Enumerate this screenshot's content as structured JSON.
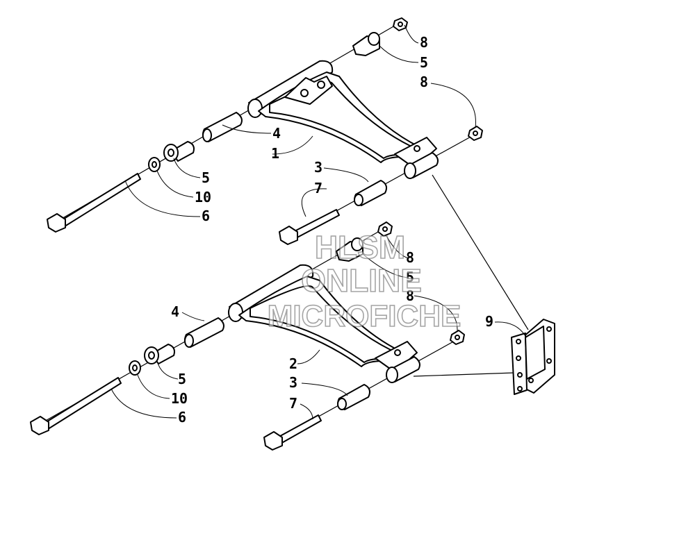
{
  "callouts": {
    "c8a": "8",
    "c5a": "5",
    "c8b": "8",
    "c4a": "4",
    "c1": "1",
    "c5b": "5",
    "c10a": "10",
    "c6a": "6",
    "c3a": "3",
    "c7a": "7",
    "c8c": "8",
    "c5c": "5",
    "c8d": "8",
    "c9": "9",
    "c4b": "4",
    "c2": "2",
    "c5d": "5",
    "c10b": "10",
    "c6b": "6",
    "c3b": "3",
    "c7b": "7"
  },
  "watermark": {
    "line1": "HLSM",
    "line2": "ONLINE",
    "line3": "MICROFICHE"
  }
}
